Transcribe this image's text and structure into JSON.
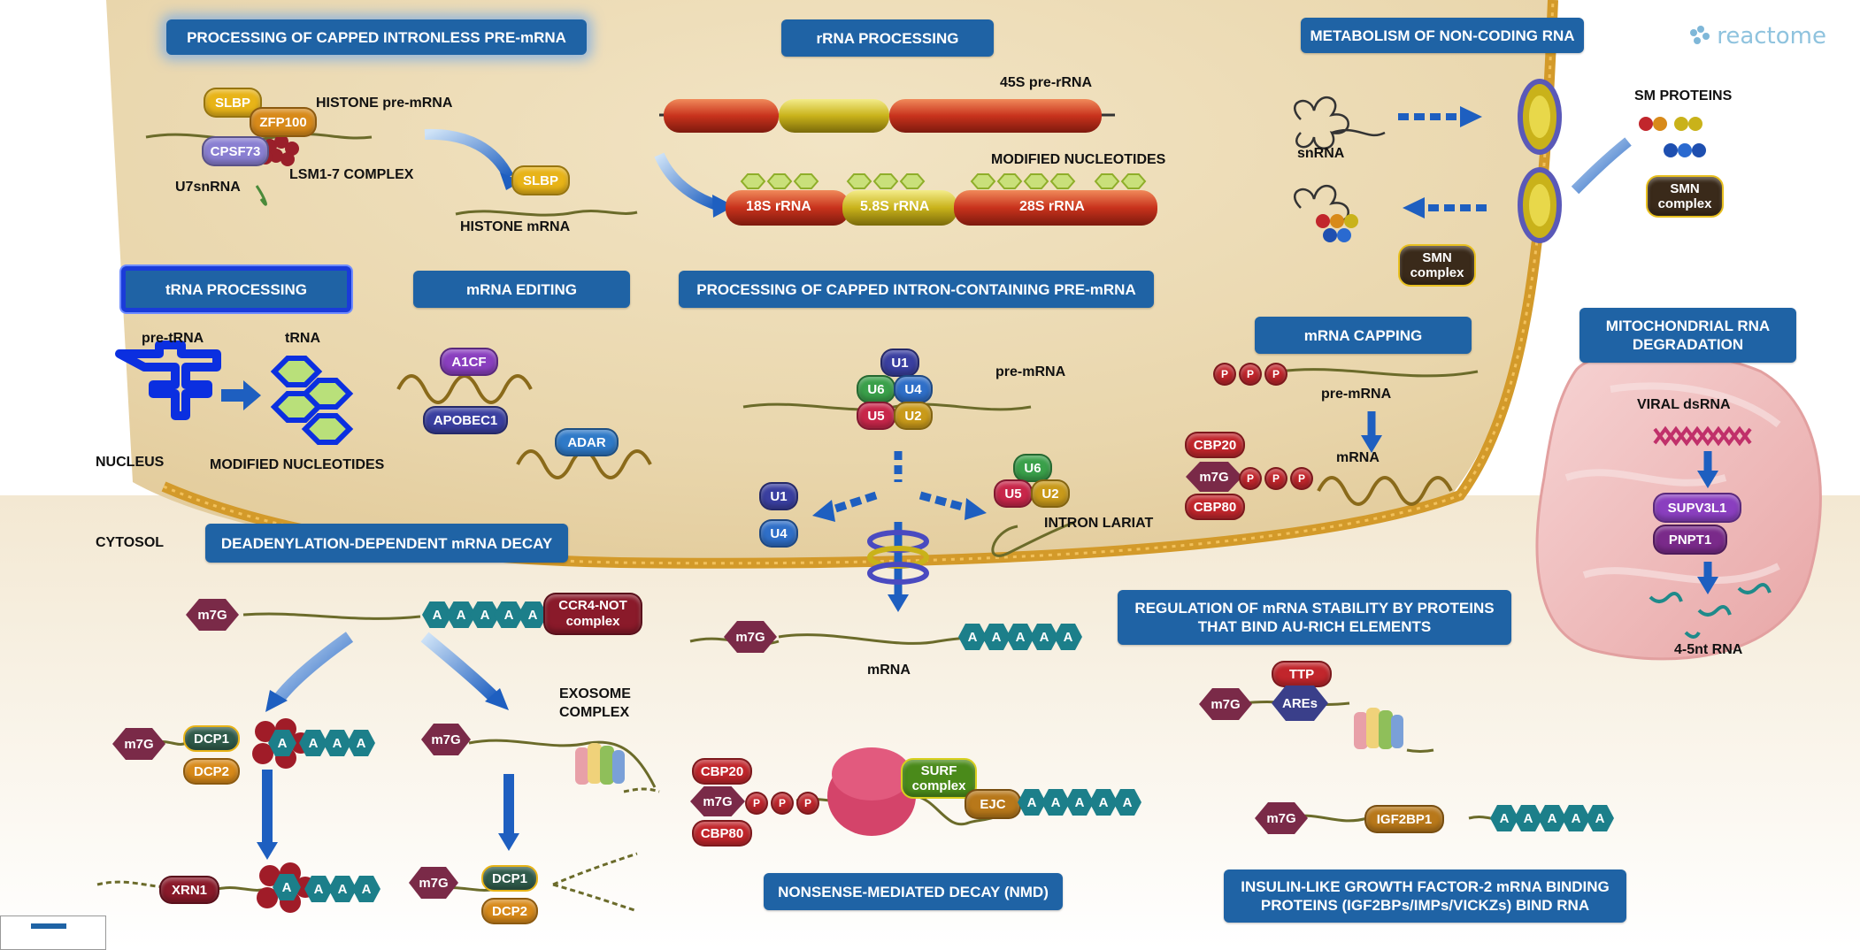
{
  "logo": {
    "text": "reactome",
    "icon": "reactome-logo-icon"
  },
  "pathways": {
    "intronless": "PROCESSING OF CAPPED INTRONLESS PRE-mRNA",
    "rrna": "rRNA PROCESSING",
    "ncrna": "METABOLISM OF NON-CODING RNA",
    "trna": "tRNA PROCESSING",
    "editing": "mRNA EDITING",
    "intron": "PROCESSING OF CAPPED INTRON-CONTAINING PRE-mRNA",
    "capping": "mRNA CAPPING",
    "mito_line1": "MITOCHONDRIAL RNA",
    "mito_line2": "DEGRADATION",
    "decay": "DEADENYLATION-DEPENDENT mRNA DECAY",
    "au_line1": "REGULATION OF mRNA STABILITY BY PROTEINS",
    "au_line2": "THAT BIND AU-RICH ELEMENTS",
    "nmd": "NONSENSE-MEDIATED DECAY (NMD)",
    "igf_line1": "INSULIN-LIKE GROWTH FACTOR-2 mRNA BINDING",
    "igf_line2": "PROTEINS (IGF2BPs/IMPs/VICKZs) BIND RNA"
  },
  "labels": {
    "histone_pre": "HISTONE pre-mRNA",
    "lsm": "LSM1-7 COMPLEX",
    "u7": "U7snRNA",
    "histone_m": "HISTONE mRNA",
    "s45": "45S pre-rRNA",
    "modnuc": "MODIFIED NUCLEOTIDES",
    "snrna": "snRNA",
    "smprot": "SM PROTEINS",
    "pretrna": "pre-tRNA",
    "trna": "tRNA",
    "nucleus": "NUCLEUS",
    "modnuc2": "MODIFIED NUCLEOTIDES",
    "cytosol": "CYTOSOL",
    "premrna1": "pre-mRNA",
    "intronlariat": "INTRON LARIAT",
    "premrna2": "pre-mRNA",
    "mrna_cap": "mRNA",
    "viral": "VIRAL dsRNA",
    "rna45": "4-5nt RNA",
    "mrna_center": "mRNA",
    "exosome1": "EXOSOME",
    "exosome2": "COMPLEX"
  },
  "molecules": {
    "slbp": "SLBP",
    "zfp100": "ZFP100",
    "cpsf73": "CPSF73",
    "slbp2": "SLBP",
    "r18": "18S rRNA",
    "r58": "5.8S rRNA",
    "r28": "28S rRNA",
    "smn_line1": "SMN",
    "smn_line2": "complex",
    "a1cf": "A1CF",
    "apobec": "APOBEC1",
    "adar": "ADAR",
    "u1": "U1",
    "u6": "U6",
    "u4": "U4",
    "u5": "U5",
    "u2": "U2",
    "u1b": "U1",
    "u4b": "U4",
    "u6b": "U6",
    "u5b": "U5",
    "u2b": "U2",
    "p": "P",
    "cbp20": "CBP20",
    "m7g": "m7G",
    "cbp80": "CBP80",
    "supv": "SUPV3L1",
    "pnpt": "PNPT1",
    "a": "A",
    "ccr_line1": "CCR4-NOT",
    "ccr_line2": "complex",
    "dcp1": "DCP1",
    "dcp2": "DCP2",
    "xrn1": "XRN1",
    "ttp": "TTP",
    "ares": "AREs",
    "surf_line1": "SURF",
    "surf_line2": "complex",
    "ejc": "EJC",
    "igf2bp1": "IGF2BP1"
  },
  "colors": {
    "button": "#1f63a5",
    "nucleus": "#ecdcb6",
    "membrane": "#d39a2a",
    "m7g": "#7a2a48",
    "polyA": "#1c7f8a",
    "p": "#c1262c",
    "slbp": "#e8b418",
    "cpsf": "#8a7fd2",
    "mito": "#f1c3c3"
  }
}
